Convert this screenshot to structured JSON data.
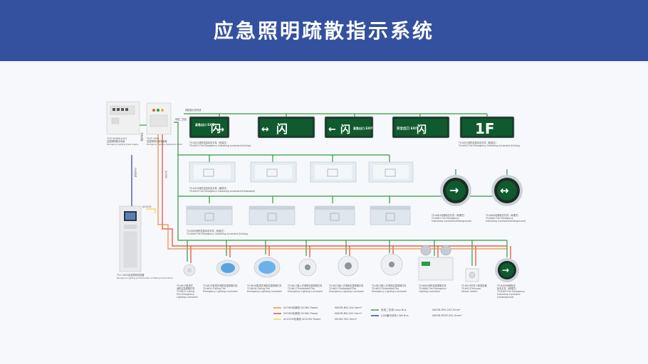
{
  "header": {
    "title": "应急照明疏散指示系统"
  },
  "colors": {
    "banner": "#3451a0",
    "loop_bus": "#2e9a44",
    "can_bus": "#2b3f9c",
    "dc_positive": "#e8442e",
    "dc_negative": "#f08a3a",
    "ac_power": "#f2d23a"
  },
  "controllers": {
    "power": {
      "code": "TS-D-0160A-A101",
      "name_cn": "应急照明集中电源",
      "name_en": "Emergency Lighting Power Supply"
    },
    "distribution": {
      "code": "TS-IF-1006",
      "name_cn": "应急照明分配电装置",
      "name_en": "Emergency Lighting Distribution Panel"
    },
    "control_panel": {
      "code": "TS-C-6001",
      "name_cn": "应急照明控制器",
      "name_en": "Emergency Lighting and Evacuation Indicating Control Panel"
    }
  },
  "wire_labels": {
    "loop_top": "疏散指示信号线",
    "loop_second": "系统二总线",
    "can_vertical": "CAN总线",
    "dc_vertical": "DC36V",
    "ac_label": "AC220V",
    "side_label": "专用线路"
  },
  "row1": {
    "signs": [
      {
        "text": "紧急出口 EXIT",
        "glyph": "闪",
        "arrow": "→"
      },
      {
        "text": "",
        "glyph": "闪",
        "arrow": "↔"
      },
      {
        "text": "紧急出口 EXIT",
        "glyph": "闪",
        "arrow": "←"
      },
      {
        "text": "安全出口 EXIT",
        "glyph": "闪",
        "arrow": ""
      },
      {
        "text": "1F",
        "glyph": "",
        "arrow": ""
      }
    ],
    "caption_left": [
      "TS-6452消防应急标志灯具（吊装式）",
      "TS-6452 Fire Emergency Indicating Luminaire(Ceiling)"
    ],
    "caption_right": [
      "TS-6452消防应急标志灯具（壁装式）",
      "TS-6452 Fire Emergency Indicating Luminaire(Ceiling)"
    ]
  },
  "row2": {
    "caption": [
      "TS-6425消防应急标志灯具（嵌墙式）",
      "TS-6425 Fire Emergency Indicating Luminaire(Embedded)"
    ],
    "round_signs": [
      {
        "arrow": "→",
        "caption": [
          "TS-6481地埋标志灯具（地埋式）",
          "TS-6481 Fire Emergency",
          "Indicating Luminaire(Underground)"
        ]
      },
      {
        "arrow": "↔",
        "caption": [
          "TS-6482地埋标志灯具（地埋式）",
          "TS-6482 Fire Emergency",
          "Indicating Luminaire(Underground)"
        ]
      }
    ]
  },
  "row3": {
    "caption": [
      "TS-6406消防应急标志灯具（吊装式）",
      "TS-6406 Fire Emergency Indicating Luminaire(Ceiling)"
    ]
  },
  "fixtures": [
    {
      "caption": [
        "TS-6613吸顶式",
        "消防应急照明灯具",
        "TS-6613 Ceiling",
        "Fire Emergency",
        "Lighting Luminaire"
      ]
    },
    {
      "caption": [
        "TS-6615吸顶式消防应急照明灯具",
        "TS-6615 Ceiling Fire",
        "Emergency Lighting Luminaire"
      ]
    },
    {
      "caption": [
        "TS-6616吸顶式消防应急照明灯具",
        "TS-6616 Ceiling Fire",
        "Emergency Lighting Luminaire"
      ]
    },
    {
      "caption": [
        "TS-6617嵌入式消防应急照明灯具",
        "TS-6617 Embedded Fire",
        "Emergency Lighting Luminaire"
      ]
    },
    {
      "caption": [
        "TS-6621嵌入式消防应急照明灯具",
        "TS-6621 Embedded Fire",
        "Emergency Lighting Luminaire"
      ]
    },
    {
      "caption": [
        "TS-6623嵌入式消防应急照明灯具",
        "TS-6623 Embedded Fire",
        "Emergency Lighting Luminaire"
      ]
    },
    {
      "caption": [
        "TS-6680消防应急照明灯具",
        "TS-6680 Fire Emergency",
        "Lighting Luminaire"
      ]
    },
    {
      "caption": [
        "TS-6913红外人体感应器",
        "TS-6913 Infrared",
        "Sensor Switch"
      ]
    },
    {
      "caption": [
        "TS-6409地埋标志",
        "标志灯具（地埋式）",
        "TS-6409 Fire Emergency",
        "Indicating Luminaire",
        "(Underground)"
      ]
    }
  ],
  "legend": [
    {
      "label": "DC36V电源线  DC36V Power",
      "cable": "WDZN-BYJ-2X4.0mm²",
      "color": "#f08a3a"
    },
    {
      "label": "DC36V电源线  DC36V Power",
      "cable": "WDZN-BYJ-2X2.5mm²",
      "color": "#e8442e"
    },
    {
      "label": "AC220V电源线  AC220V Power",
      "cable": "NH-BV-3X2.5mm²",
      "color": "#f2d23a"
    },
    {
      "label": "系统二总线  Loop Bus",
      "cable": "WDZN-RYS-2X2.5mm²",
      "color": "#2e9a44"
    },
    {
      "label": "CAN通讯总线  CAN Bus",
      "cable": "WDZN-RYSP-2X1.0mm²",
      "color": "#2b3f9c"
    }
  ]
}
